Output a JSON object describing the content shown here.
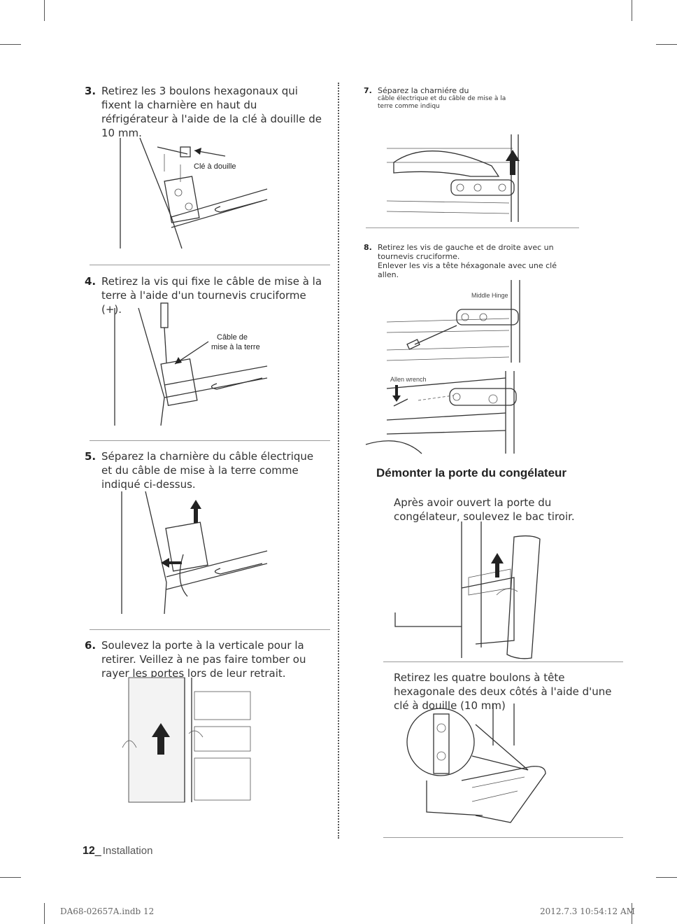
{
  "steps_left": [
    {
      "num": "3.",
      "text": "Retirez les 3 boulons hexagonaux qui fixent la charnière en haut du réfrigérateur à l'aide de la clé à douille de 10 mm.",
      "label": "Clé à douille"
    },
    {
      "num": "4.",
      "text": "Retirez la vis qui fixe le câble de mise à la terre à l'aide d'un tournevis cruciforme (+).",
      "label_line1": "Câble de",
      "label_line2": "mise à la terre"
    },
    {
      "num": "5.",
      "text": "Séparez la charnière du câble électrique et du câble de mise à la terre comme indiqué ci-dessus."
    },
    {
      "num": "6.",
      "text": "Soulevez la porte à la verticale pour la retirer. Veillez à ne pas faire tomber ou rayer les portes lors de leur retrait."
    }
  ],
  "steps_right": [
    {
      "num": "7.",
      "line1": "Séparez la charniére du",
      "line2": "câble électrique et du câble de mise à la",
      "line3": "terre comme indiqu"
    },
    {
      "num": "8.",
      "line1": "Retirez les vis de gauche et de droite avec un",
      "line2": "tournevis cruciforme.",
      "line3": "Enlever les vis a tête héxagonale avec une clé",
      "line4": "allen.",
      "label_top": "Middle Hinge",
      "label_bottom": "Allen wrench"
    }
  ],
  "section": {
    "title": "Démonter la porte du congélateur",
    "para1": "Après avoir ouvert la porte du congélateur, soulevez le bac tiroir.",
    "para2": "Retirez les quatre boulons à tête hexagonale des deux côtés à l'aide d'une clé à douille (10 mm)"
  },
  "footer": {
    "page_num": "12",
    "separator": "_",
    "label": "Installation"
  },
  "meta": {
    "file": "DA68-02657A.indb   12",
    "timestamp": "2012.7.3   10:54:12 AM"
  }
}
